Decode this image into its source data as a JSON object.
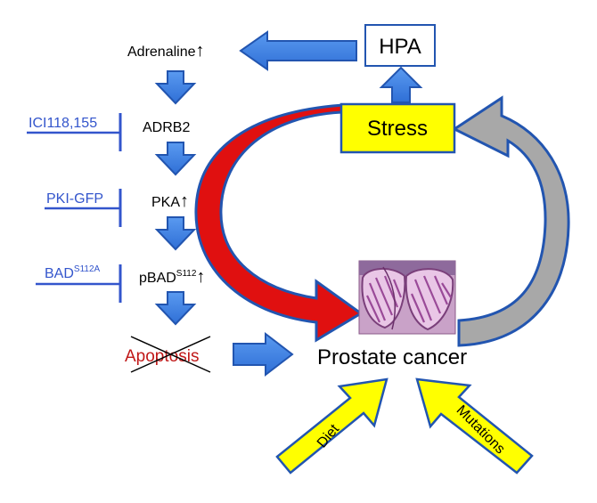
{
  "pathway": {
    "adrenaline": "Adrenaline",
    "adrb2": "ADRB2",
    "pka": "PKA",
    "pbad": "pBAD",
    "pbad_sup": "S112",
    "apoptosis": "Apoptosis",
    "up_arrow": "↑"
  },
  "inhibitors": {
    "ici": "ICI118,155",
    "pki": "PKI-GFP",
    "bad": "BAD",
    "bad_sup": "S112A"
  },
  "hpa": "HPA",
  "stress": "Stress",
  "prostate_cancer": "Prostate cancer",
  "diet": "Diet",
  "mutations": "Mutations",
  "colors": {
    "blue_arrow": "#3d7fe0",
    "blue_stroke": "#2255b0",
    "inhibitor": "#3355cc",
    "red_arrow": "#e01010",
    "gray_arrow": "#a8a8a8",
    "yellow": "#ffff00",
    "apoptosis_text": "#c01818"
  }
}
